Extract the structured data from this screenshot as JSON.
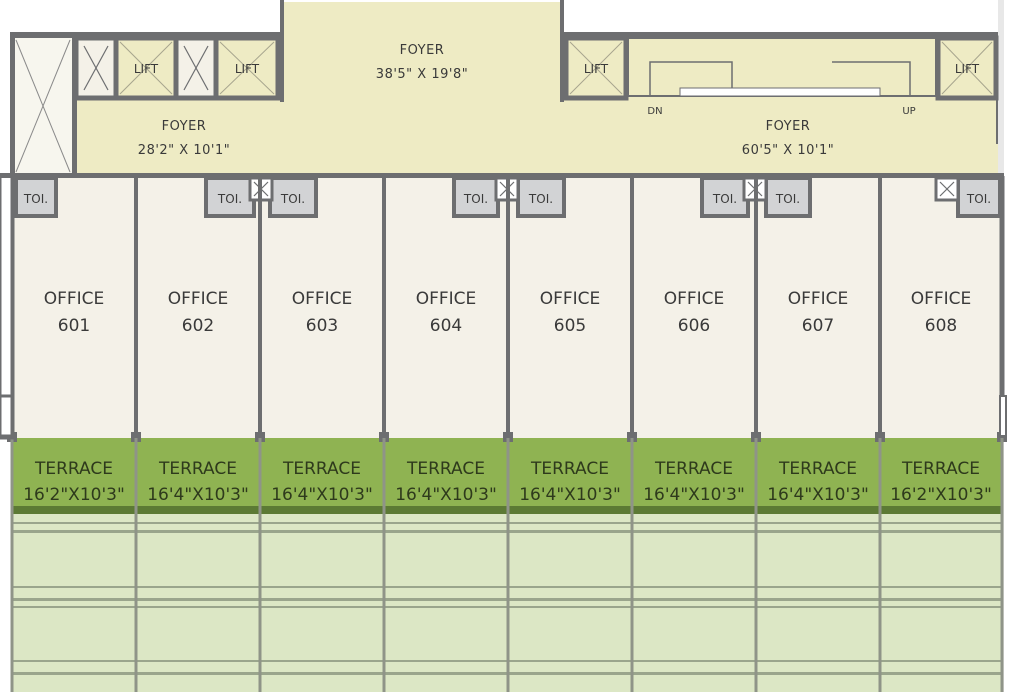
{
  "foyers": [
    {
      "name": "FOYER",
      "dims": "38'5\" X 19'8\""
    },
    {
      "name": "FOYER",
      "dims": "28'2\" X 10'1\""
    },
    {
      "name": "FOYER",
      "dims": "60'5\" X 10'1\""
    }
  ],
  "lift_label": "LIFT",
  "toilet_label": "TOI.",
  "stair": {
    "down": "DN",
    "up": "UP"
  },
  "offices": [
    {
      "label": "OFFICE",
      "number": "601",
      "terrace_label": "TERRACE",
      "terrace_dims": "16'2\"X10'3\""
    },
    {
      "label": "OFFICE",
      "number": "602",
      "terrace_label": "TERRACE",
      "terrace_dims": "16'4\"X10'3\""
    },
    {
      "label": "OFFICE",
      "number": "603",
      "terrace_label": "TERRACE",
      "terrace_dims": "16'4\"X10'3\""
    },
    {
      "label": "OFFICE",
      "number": "604",
      "terrace_label": "TERRACE",
      "terrace_dims": "16'4\"X10'3\""
    },
    {
      "label": "OFFICE",
      "number": "605",
      "terrace_label": "TERRACE",
      "terrace_dims": "16'4\"X10'3\""
    },
    {
      "label": "OFFICE",
      "number": "606",
      "terrace_label": "TERRACE",
      "terrace_dims": "16'4\"X10'3\""
    },
    {
      "label": "OFFICE",
      "number": "607",
      "terrace_label": "TERRACE",
      "terrace_dims": "16'4\"X10'3\""
    },
    {
      "label": "OFFICE",
      "number": "608",
      "terrace_label": "TERRACE",
      "terrace_dims": "16'2\"X10'3\""
    }
  ],
  "colors": {
    "foyer": "#eeebc4",
    "office": "#f4f1e8",
    "terrace": "#8fb352",
    "terrace_lower": "#dce7c5",
    "wall": "#6d6e70",
    "toilet": "#d2d3d5"
  }
}
